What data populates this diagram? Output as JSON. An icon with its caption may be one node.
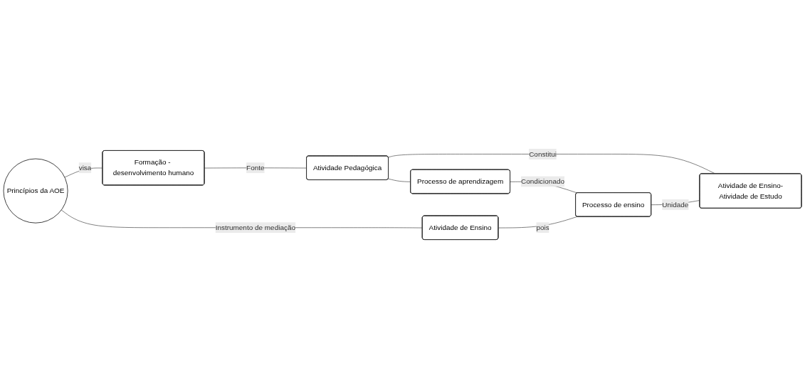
{
  "diagram": {
    "nodes": [
      {
        "text": [
          "Princípios da AOE"
        ]
      },
      {
        "text": [
          "Formação - desenvolvimento humano"
        ]
      },
      {
        "text": [
          "Atividade de Ensino"
        ]
      },
      {
        "text": [
          "Processo de aprendizagem"
        ]
      },
      {
        "text": [
          "Atividade Pedagógica"
        ]
      },
      {
        "text": [
          "Processo de ensino"
        ]
      },
      {
        "text": [
          "Atividade de Ensino-Atividade de Estudo"
        ]
      }
    ],
    "edges": [
      {
        "from": 0,
        "to": 1,
        "label": "visa",
        "arrow": "none"
      },
      {
        "from": 0,
        "to": 2,
        "label": "Instrumento de mediação",
        "arrow": "none"
      },
      {
        "from": 1,
        "to": 4,
        "label": "Fonte",
        "arrow": "none"
      },
      {
        "from": 3,
        "to": 5,
        "label": "Condicionado",
        "arrow": "none"
      },
      {
        "from": 4,
        "to": 3,
        "arrow": "none"
      },
      {
        "from": 2,
        "to": 5,
        "label": "pois",
        "arrow": "none"
      },
      {
        "from": 4,
        "to": 6,
        "label": "Constitui",
        "arrow": "none"
      },
      {
        "from": 5,
        "to": 6,
        "label": "Unidade",
        "arrow": "none"
      }
    ]
  }
}
